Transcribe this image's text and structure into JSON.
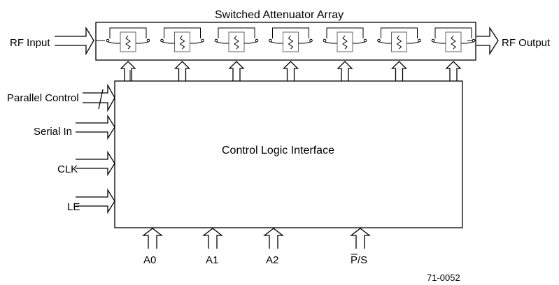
{
  "diagram": {
    "array_title": "Switched Attenuator Array",
    "rf_input": "RF Input",
    "rf_output": "RF Output",
    "logic_title": "Control Logic Interface",
    "left_inputs": [
      "Parallel Control",
      "Serial In",
      "CLK",
      "LE"
    ],
    "bottom_inputs": [
      "A0",
      "A1",
      "A2",
      "P/S"
    ],
    "figure_id": "71-0052",
    "attenuator_stage_count": 7
  }
}
